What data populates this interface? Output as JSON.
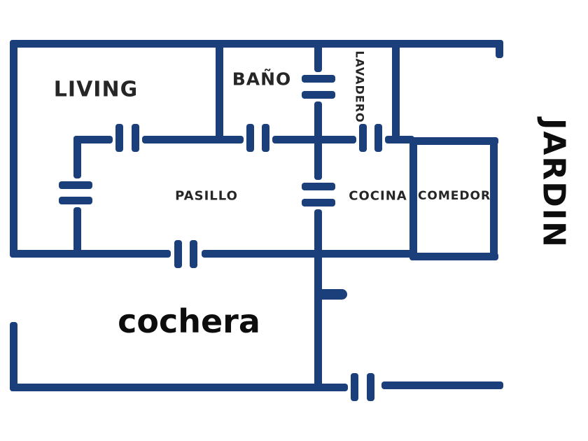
{
  "colors": {
    "wall": "#1b3f7b",
    "label": "#262626",
    "big_label": "#0d0d0d",
    "background": "#ffffff"
  },
  "rooms": {
    "living": "LIVING",
    "bano": "BAÑO",
    "lavadero": "LAVADERO",
    "pasillo": "PASILLO",
    "cocina": "COCINA",
    "comedor": "COMEDOR",
    "jardin": "JARDIN",
    "cochera": "cochera"
  }
}
